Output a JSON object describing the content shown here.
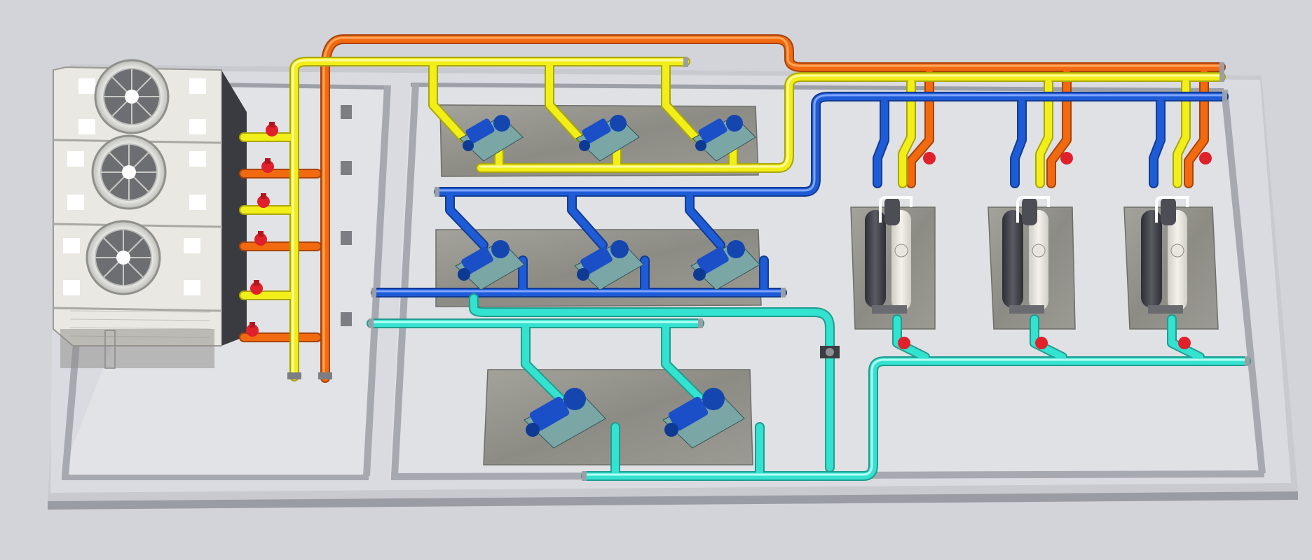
{
  "colors": {
    "background": "#d3d4d9",
    "floor": "#d8d9de",
    "floor_edge": "#9a9ca3",
    "pad": "#8f8f88",
    "pipe_orange": "#f26a10",
    "pipe_yellow": "#f2ee1a",
    "pipe_blue": "#1e5bd6",
    "pipe_cyan": "#33e2cf",
    "pump_blue": "#1a4fc8",
    "valve_red": "#e0202a",
    "tower_body": "#ecebe4",
    "chiller_dark": "#4a4b52",
    "chiller_light": "#e6e4dc"
  },
  "equipment": {
    "cooling_tower_cells": 3,
    "condenser_pumps": 3,
    "chilled_water_pumps": 3,
    "secondary_pumps": 2,
    "chillers": 3
  }
}
